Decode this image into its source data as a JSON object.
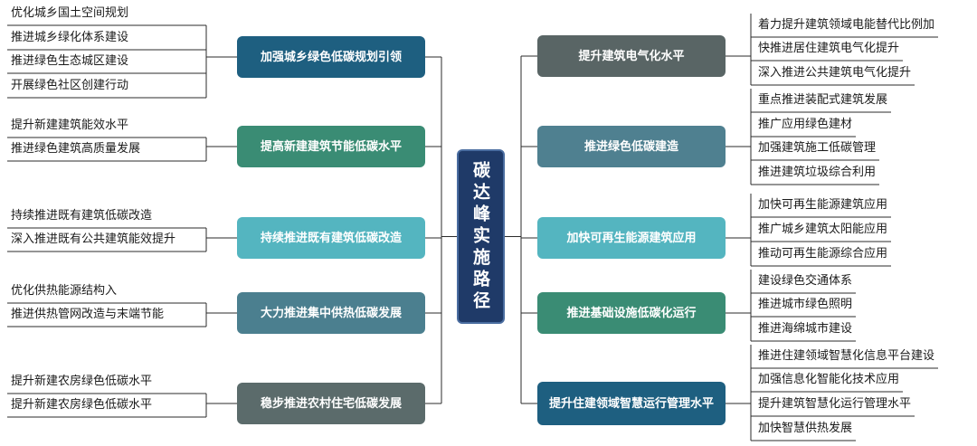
{
  "center": {
    "title": "碳达峰实施路径",
    "color": "#1f3a68"
  },
  "left": [
    {
      "label": "加强城乡绿色低碳规划引领",
      "color": "#1e5f80",
      "items": [
        "优化城乡国土空间规划",
        "推进城乡绿化体系建设",
        "推进绿色生态城区建设",
        "开展绿色社区创建行动"
      ]
    },
    {
      "label": "提高新建建筑节能低碳水平",
      "color": "#3a8c74",
      "items": [
        "提升新建建筑能效水平",
        "推进绿色建筑高质量发展"
      ]
    },
    {
      "label": "持续推进既有建筑低碳改造",
      "color": "#54b5c0",
      "items": [
        "持续推进既有建筑低碳改造",
        "深入推进既有公共建筑能效提升"
      ]
    },
    {
      "label": "大力推进集中供热低碳发展",
      "color": "#4b7f8f",
      "items": [
        "优化供热能源结构入",
        "推进供热管网改造与末端节能"
      ]
    },
    {
      "label": "稳步推进农村住宅低碳发展",
      "color": "#5b6b6b",
      "items": [
        "提升新建农房绿色低碳水平",
        "提升新建农房绿色低碳水平"
      ]
    }
  ],
  "right": [
    {
      "label": "提升建筑电气化水平",
      "color": "#596565",
      "items": [
        "着力提升建筑领域电能替代比例加",
        "快推进居住建筑电气化提升",
        "深入推进公共建筑电气化提升"
      ]
    },
    {
      "label": "推进绿色低碳建造",
      "color": "#4f8090",
      "items": [
        "重点推进装配式建筑发展",
        "推广应用绿色建材",
        "加强建筑施工低碳管理",
        "推进建筑垃圾综合利用"
      ]
    },
    {
      "label": "加快可再生能源建筑应用",
      "color": "#54b5c0",
      "items": [
        "加快可再生能源建筑应用",
        "推广城乡建筑太阳能应用",
        "推动可再生能源综合应用"
      ]
    },
    {
      "label": "推进基础设施低碳化运行",
      "color": "#3a8c74",
      "items": [
        "建设绿色交通体系",
        "推进城市绿色照明",
        "推进海绵城市建设"
      ]
    },
    {
      "label": "提升住建领域智慧运行管理水平",
      "color": "#1e5f80",
      "items": [
        "推进住建领域智慧化信息平台建设",
        "加强信息化智能化技术应用",
        "提升建筑智慧化运行管理水平",
        "加快智慧供热发展"
      ]
    }
  ]
}
